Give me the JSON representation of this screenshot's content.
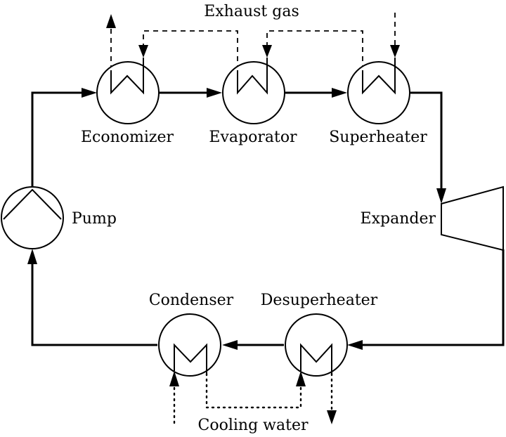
{
  "labels": {
    "exhaust_gas": "Exhaust gas",
    "economizer": "Economizer",
    "evaporator": "Evaporator",
    "superheater": "Superheater",
    "pump": "Pump",
    "expander": "Expander",
    "condenser": "Condenser",
    "desuperheater": "Desuperheater",
    "cooling_water": "Cooling water"
  }
}
